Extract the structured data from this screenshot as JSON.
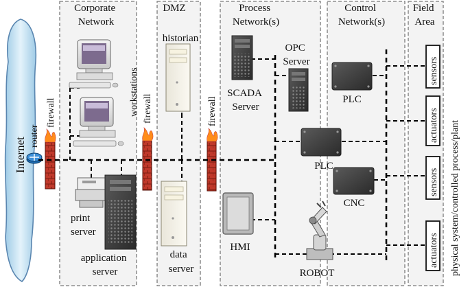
{
  "zones": {
    "corporate": "Corporate\nNetwork",
    "dmz": "DMZ",
    "process": "Process\nNetwork(s)",
    "control": "Control\nNetwork(s)",
    "field": "Field\nArea"
  },
  "internet": "Internet",
  "router": "router",
  "firewall": "firewall",
  "devices": {
    "workstations": "workstations",
    "print_server": "print\nserver",
    "application_server": "application\nserver",
    "historian": "historian",
    "data_server": "data\nserver",
    "scada_server": "SCADA\nServer",
    "opc_server": "OPC\nServer",
    "hmi": "HMI",
    "robot": "ROBOT",
    "plc": "PLC",
    "cnc": "CNC"
  },
  "field_devices": [
    "sensors",
    "actuators",
    "sensors",
    "actuators"
  ],
  "plant": "physical system/controlled process/plant",
  "colors": {
    "cloud": "#bfe0f2",
    "cloud_edge": "#5a86b0",
    "brick": "#c0392b",
    "flame": "#ff8c1a",
    "zone_fill": "#f3f3f3",
    "device_dark": "#3a3a3a"
  }
}
